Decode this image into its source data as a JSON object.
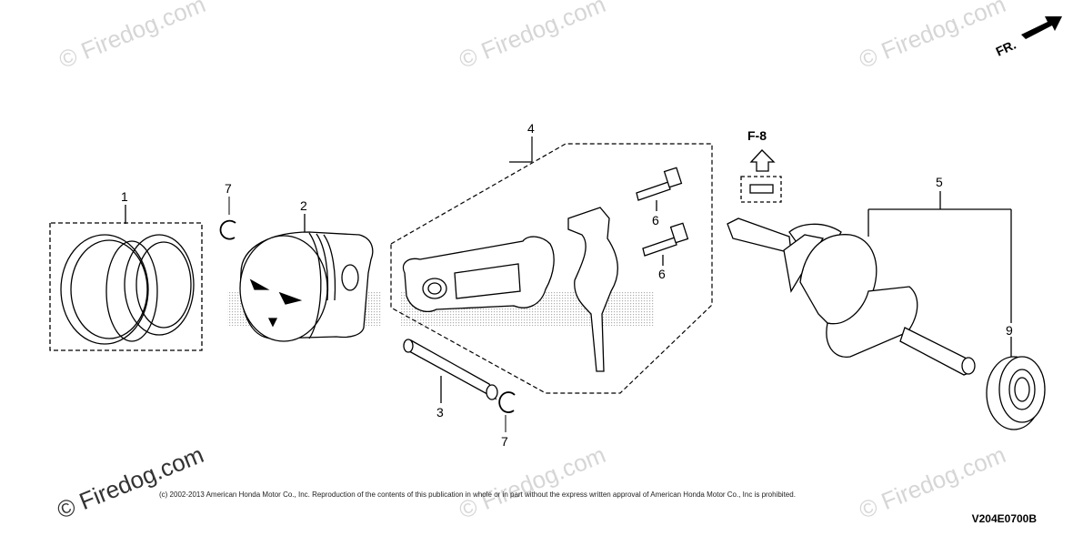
{
  "diagram": {
    "code": "V204E0700B",
    "copyright": "(c) 2002-2013 American Honda Motor Co., Inc. Reproduction of the contents of this publication in whole or in part without the express written approval of American Honda Motor Co., Inc is prohibited.",
    "watermark": "© Firedog.com",
    "direction_label": "FR.",
    "ref_label": "F-8",
    "callouts": {
      "c1": "1",
      "c2": "2",
      "c3": "3",
      "c4": "4",
      "c5": "5",
      "c6a": "6",
      "c6b": "6",
      "c7a": "7",
      "c7b": "7",
      "c9": "9"
    }
  }
}
